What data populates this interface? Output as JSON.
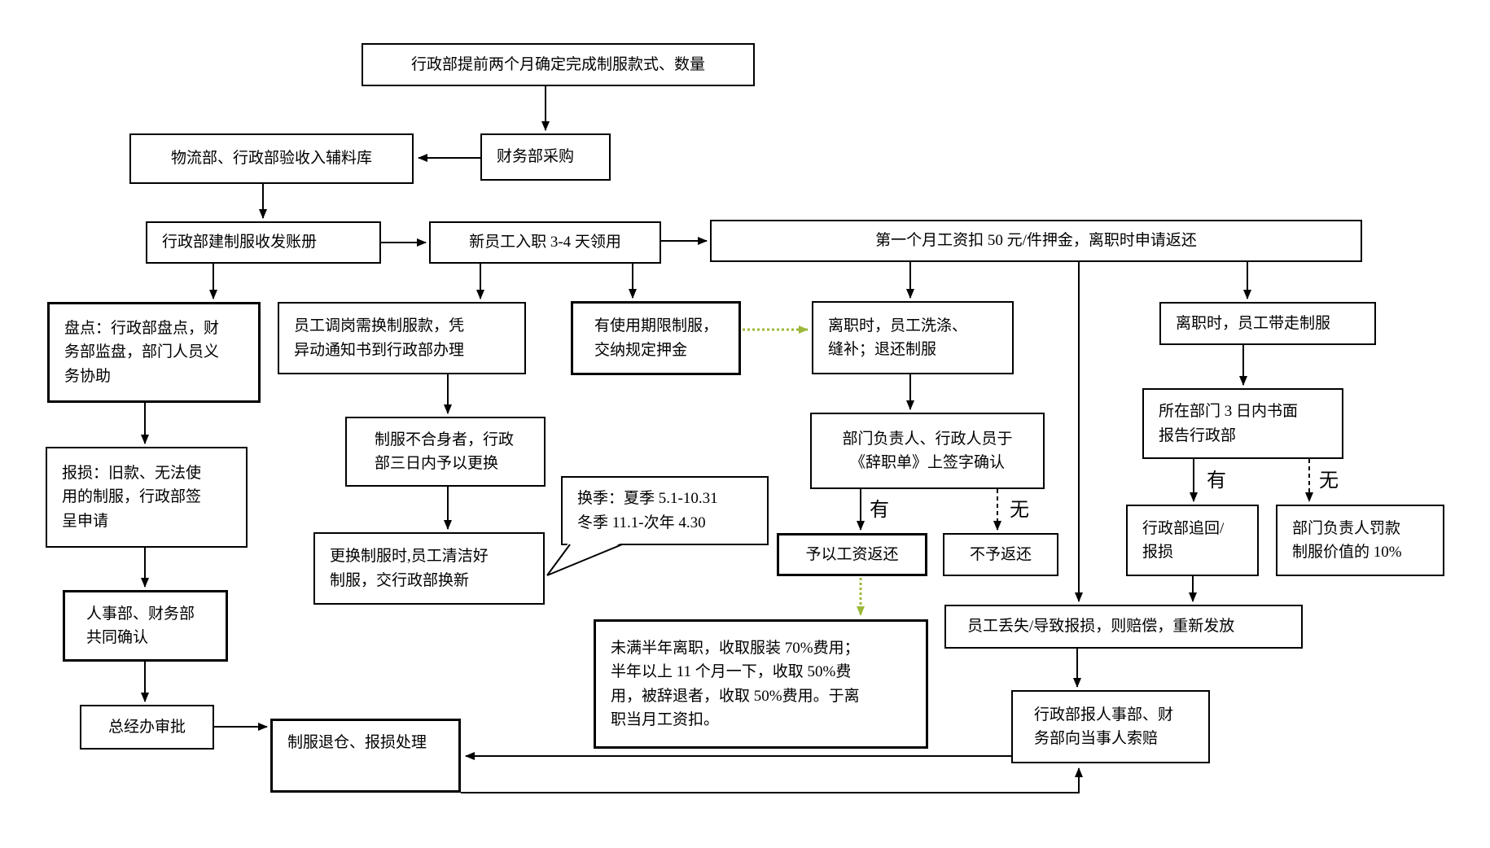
{
  "colors": {
    "line": "#000000",
    "green_arrow": "#9cb83b",
    "box_border": "#000000",
    "background": "#ffffff"
  },
  "nodes": {
    "n1": "行政部提前两个月确定完成制服款式、数量",
    "n2": "物流部、行政部验收入辅料库",
    "n3": "财务部采购",
    "n4": "行政部建制服收发账册",
    "n5": "新员工入职 3-4 天领用",
    "n6": "第一个月工资扣 50 元/件押金，离职时申请返还",
    "n7": "盘点：行政部盘点，财\n务部监盘，部门人员义\n务协助",
    "n8": "员工调岗需换制服款，凭\n异动通知书到行政部办理",
    "n9": "有使用期限制服，\n交纳规定押金",
    "n10": "离职时，员工洗涤、\n缝补；退还制服",
    "n11": "离职时，员工带走制服",
    "n12": "制服不合身者，行政\n部三日内予以更换",
    "n13": "所在部门 3 日内书面\n报告行政部",
    "n14": "部门负责人、行政人员于\n《辞职单》上签字确认",
    "n15": "换季：夏季 5.1-10.31\n冬季 11.1-次年 4.30",
    "n16": "更换制服时,员工清洁好\n制服，交行政部换新",
    "n17": "予以工资返还",
    "n18": "不予返还",
    "n19": "报损：旧款、无法使\n用的制服，行政部签\n呈申请",
    "n20": "人事部、财务部\n共同确认",
    "n21": "总经办审批",
    "n22": "制服退仓、报损处理",
    "n23": "未满半年离职，收取服装 70%费用；\n半年以上 11 个月一下，收取 50%费\n用，被辞退者，收取 50%费用。于离\n职当月工资扣。",
    "n24": "行政部追回/\n报损",
    "n25": "部门负责人罚款\n制服价值的 10%",
    "n26": "员工丢失/导致报损，则赔偿，重新发放",
    "n27": "行政部报人事部、财\n务部向当事人索赔"
  },
  "labels": {
    "has1": "有",
    "none1": "无",
    "has2": "有",
    "none2": "无"
  }
}
